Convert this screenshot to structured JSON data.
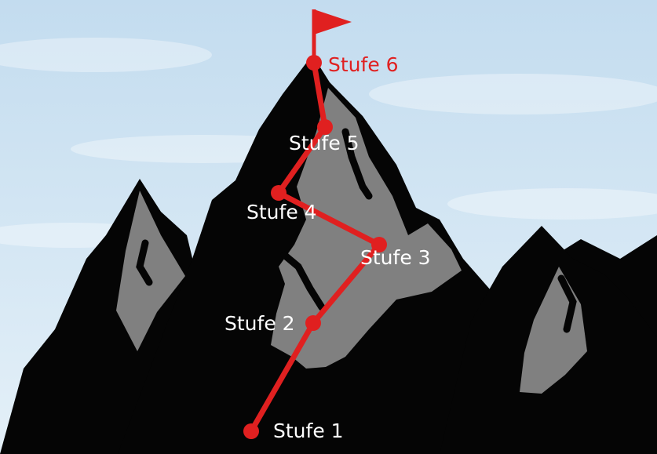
{
  "colors": {
    "sky_top": "#c3dcef",
    "sky_bottom": "#e4f0f8",
    "mountain": "#050505",
    "rock_face": "#808080",
    "route": "#e02020",
    "label": "#ffffff",
    "summit_label": "#e02020"
  },
  "route": {
    "stages": [
      {
        "label": "Stufe 1"
      },
      {
        "label": "Stufe 2"
      },
      {
        "label": "Stufe 3"
      },
      {
        "label": "Stufe 4"
      },
      {
        "label": "Stufe 5"
      },
      {
        "label": "Stufe 6"
      }
    ],
    "summit_icon": "flag-icon"
  }
}
